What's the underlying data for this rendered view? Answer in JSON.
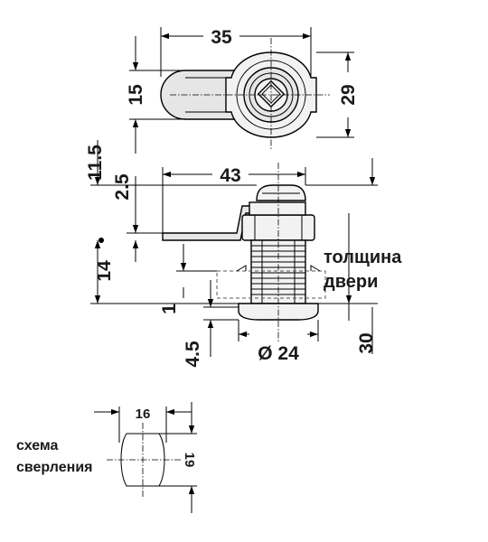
{
  "dimensions": {
    "top_width": "35",
    "tongue_height": "15",
    "head_height": "29",
    "tongue_offset": "11.5",
    "tongue_thickness": "2.5",
    "length": "43",
    "body_height": "14",
    "min_gap": "1",
    "flange": "4.5",
    "diameter": "Ø 24",
    "max_door": "30",
    "cut_width": "16",
    "cut_height": "19"
  },
  "labels": {
    "door_thickness_line1": "толщина",
    "door_thickness_line2": "двери",
    "drilling_line1": "схема",
    "drilling_line2": "сверления"
  }
}
